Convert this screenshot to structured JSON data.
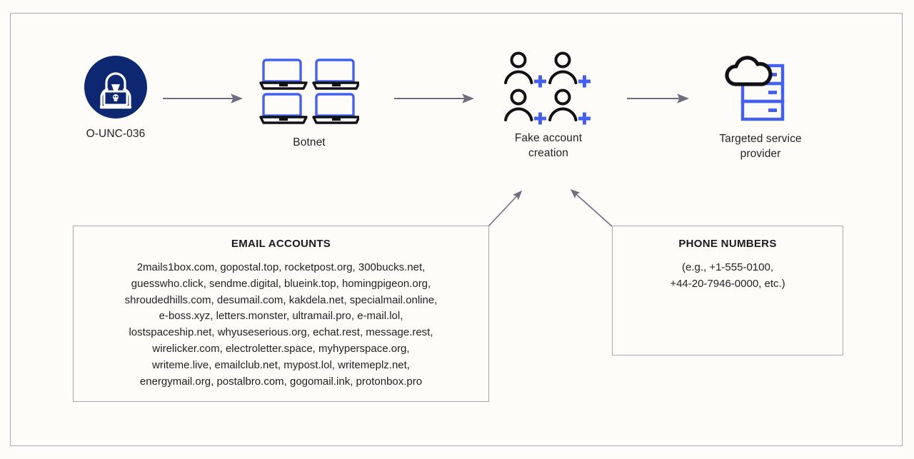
{
  "diagram": {
    "nodes": [
      {
        "id": "threat-actor",
        "label": "O-UNC-036",
        "icon": "hacker-icon"
      },
      {
        "id": "botnet",
        "label": "Botnet",
        "icon": "laptops-icon"
      },
      {
        "id": "fake-accounts",
        "label": "Fake account\ncreation",
        "icon": "add-users-icon"
      },
      {
        "id": "provider",
        "label": "Targeted service\nprovider",
        "icon": "cloud-server-icon"
      }
    ],
    "boxes": [
      {
        "id": "email-accounts",
        "title": "EMAIL ACCOUNTS",
        "body": "2mails1box.com, gopostal.top, rocketpost.org, 300bucks.net,\nguesswho.click, sendme.digital, blueink.top, homingpigeon.org,\nshroudedhills.com, desumail.com, kakdela.net, specialmail.online,\ne-boss.xyz, letters.monster, ultramail.pro, e-mail.lol,\nlostspaceship.net, whyuseserious.org, echat.rest, message.rest,\nwirelicker.com, electroletter.space, myhyperspace.org,\nwriteme.live, emailclub.net, mypost.lol, writemeplz.net,\nenergymail.org, postalbro.com, gogomail.ink, protonbox.pro",
        "items": [
          "2mails1box.com",
          "gopostal.top",
          "rocketpost.org",
          "300bucks.net",
          "guesswho.click",
          "sendme.digital",
          "blueink.top",
          "homingpigeon.org",
          "shroudedhills.com",
          "desumail.com",
          "kakdela.net",
          "specialmail.online",
          "e-boss.xyz",
          "letters.monster",
          "ultramail.pro",
          "e-mail.lol",
          "lostspaceship.net",
          "whyuseserious.org",
          "echat.rest",
          "message.rest",
          "wirelicker.com",
          "electroletter.space",
          "myhyperspace.org",
          "writeme.live",
          "emailclub.net",
          "mypost.lol",
          "writemeplz.net",
          "energymail.org",
          "postalbro.com",
          "gogomail.ink",
          "protonbox.pro"
        ]
      },
      {
        "id": "phone-numbers",
        "title": "PHONE NUMBERS",
        "body": "(e.g., +1-555-0100,\n+44-20-7946-0000, etc.)",
        "items": [
          "+1-555-0100",
          "+44-20-7946-0000"
        ]
      }
    ],
    "arrows": [
      {
        "id": "actor-to-botnet",
        "from": "threat-actor",
        "to": "botnet",
        "style": "straight"
      },
      {
        "id": "botnet-to-fake-accounts",
        "from": "botnet",
        "to": "fake-accounts",
        "style": "straight"
      },
      {
        "id": "fake-accounts-to-provider",
        "from": "fake-accounts",
        "to": "provider",
        "style": "straight"
      },
      {
        "id": "email-box-to-fake-accounts",
        "from": "email-accounts",
        "to": "fake-accounts",
        "style": "diagonal"
      },
      {
        "id": "phone-box-to-fake-accounts",
        "from": "phone-numbers",
        "to": "fake-accounts",
        "style": "diagonal"
      }
    ],
    "colors": {
      "background": "#fdfcf8",
      "frame_border": "#a8a6b0",
      "accent_blue": "#4361ee",
      "deep_navy": "#0d2771",
      "ink_black": "#111014",
      "arrow_gray": "#6f6d80",
      "text": "#222126"
    }
  }
}
